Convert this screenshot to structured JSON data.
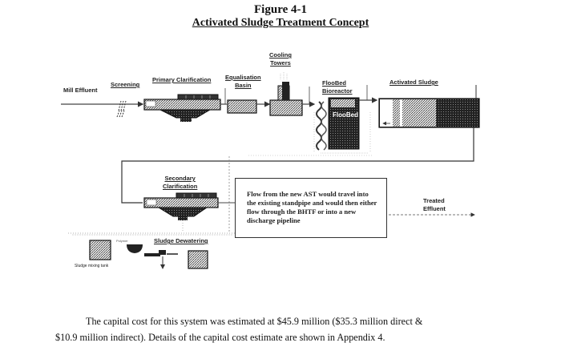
{
  "figure": {
    "number": "Figure 4-1",
    "title": "Activated Sludge Treatment Concept"
  },
  "diagram": {
    "stages": {
      "mill_effluent": "Mill Effluent",
      "screening": "Screening",
      "primary_clarification": "Primary Clarification",
      "equalisation_line1": "Equalisation",
      "equalisation_line2": "Basin",
      "cooling_line1": "Cooling",
      "cooling_line2": "Towers",
      "floobed_line1": "FlooBed",
      "floobed_line2": "Bioreactor",
      "floobed_inner": "FlooBed",
      "activated_sludge": "Activated Sludge",
      "secondary_line1": "Secondary",
      "secondary_line2": "Clarification",
      "sludge_dewatering": "Sludge Dewatering",
      "sludge_mixing_tank": "Sludge mixing tank",
      "polymer": "Polymer",
      "treated_line1": "Treated",
      "treated_line2": "Effluent"
    },
    "note": "Flow from the new AST would travel into the existing standpipe and would then either flow through the BHTF or into a new discharge pipeline"
  },
  "body_text": {
    "line1": "The capital cost for this system was estimated at $45.9 million ($35.3 million direct &",
    "line2": "$10.9 million indirect). Details of the capital cost estimate are shown in Appendix 4."
  }
}
